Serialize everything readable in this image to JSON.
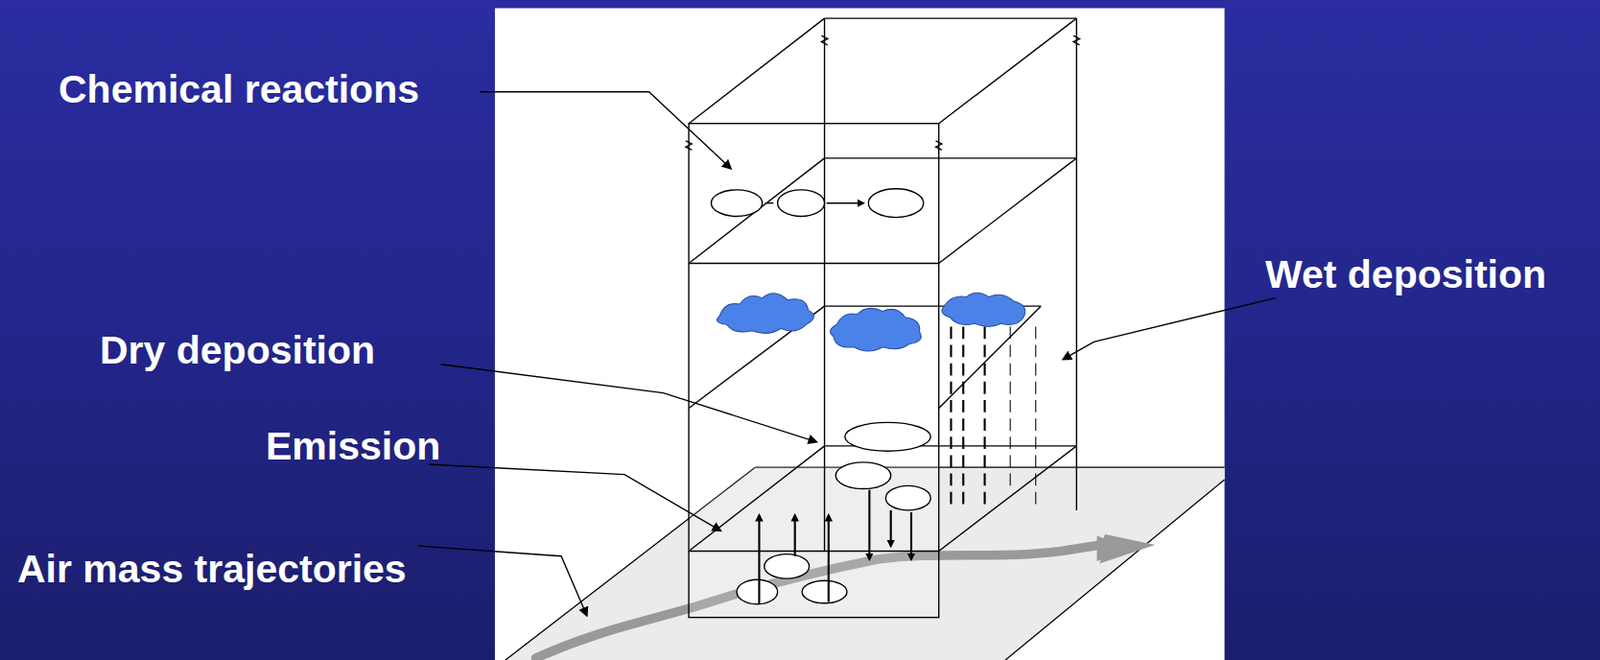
{
  "diagram": {
    "labels": [
      "Chemical reactions",
      "Wet deposition",
      "Dry deposition",
      "Emission",
      "Air mass trajectories"
    ]
  }
}
